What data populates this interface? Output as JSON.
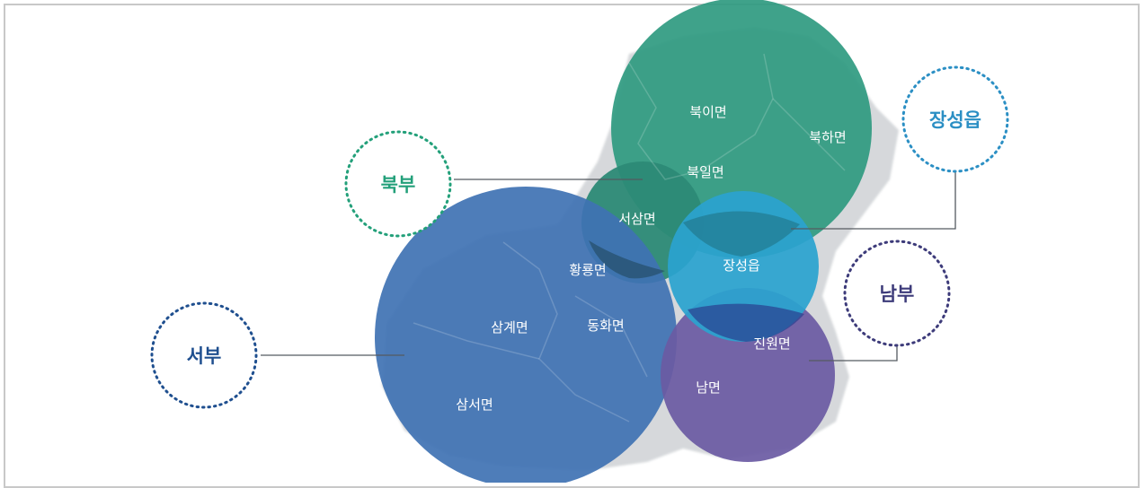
{
  "colors": {
    "north": "#2f9a80",
    "west": "#3f72b3",
    "south": "#6a5aa3",
    "jangseong": "#2ba2cf",
    "land": "#cfd2d5",
    "badge_north_text": "#23a07a",
    "badge_west_text": "#1f4f8f",
    "badge_south_text": "#3d3b7a",
    "badge_jangseong_text": "#2b8fc4"
  },
  "badges": {
    "north": "북부",
    "west": "서부",
    "south": "남부",
    "jangseong": "장성읍"
  },
  "districts": {
    "bugi": "북이면",
    "bukha": "북하면",
    "bugil": "북일면",
    "seosam": "서삼면",
    "hwangryong": "황룡면",
    "jangseong": "장성읍",
    "samgye": "삼계면",
    "donghwa": "동화면",
    "samseo": "삼서면",
    "jinwon": "진원면",
    "nam": "남면"
  }
}
